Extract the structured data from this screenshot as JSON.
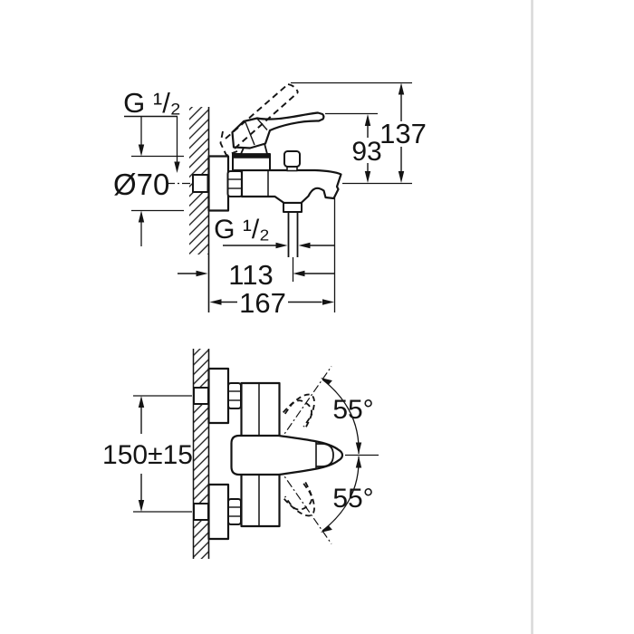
{
  "colors": {
    "background": "#ffffff",
    "line": "#141414",
    "divider": "#d9d9d9"
  },
  "side_view": {
    "labels": {
      "wall_thread": "G ¹/₂",
      "escutcheon_diameter": "Ø70",
      "height_93": "93",
      "height_137": "137",
      "outlet_thread": "G ¹/₂",
      "depth_113": "113",
      "depth_167": "167"
    }
  },
  "plan_view": {
    "labels": {
      "mounting_centers": "150±15",
      "swing_upper": "55°",
      "swing_lower": "55°"
    }
  }
}
